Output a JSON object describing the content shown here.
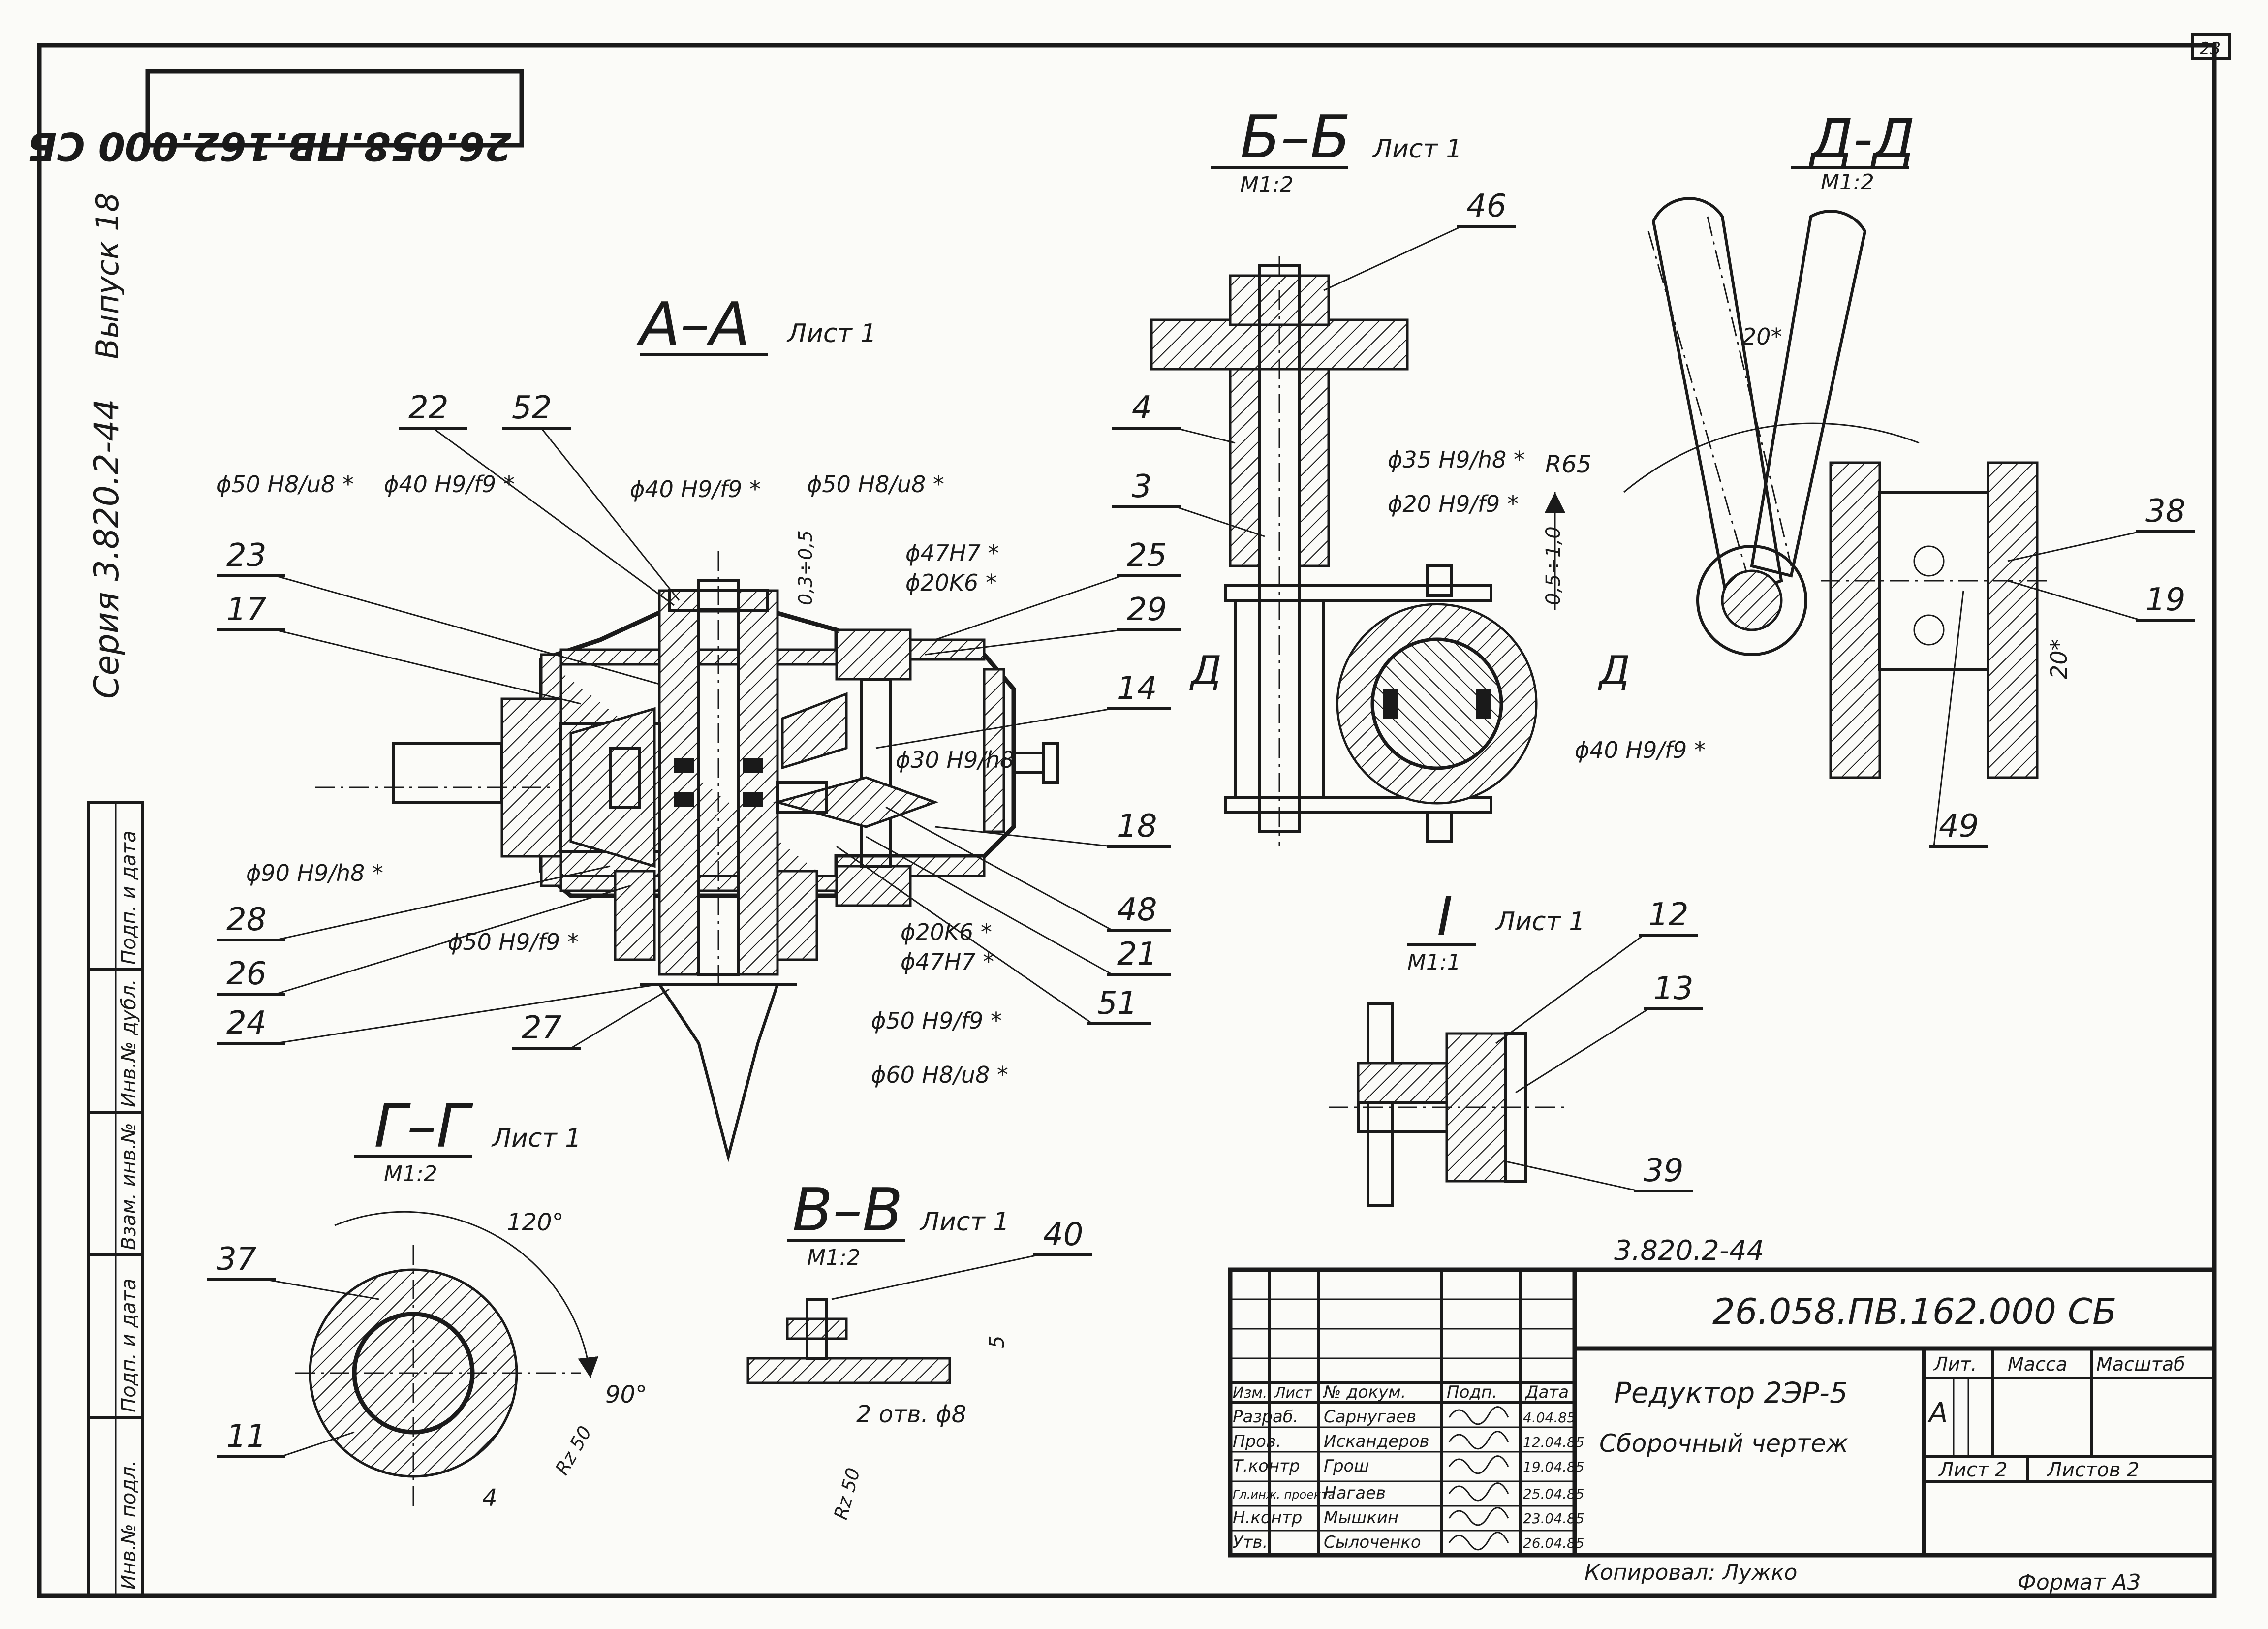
{
  "stamp_code": "26.058.ПВ.162.000 СБ",
  "page_number": "23",
  "side": {
    "series": "Серия   3.820.2-44",
    "issue": "Выпуск 18",
    "cols": [
      "Инв.№ подл.",
      "Подп. и дата",
      "Взам. инв.№",
      "Инв.№ дубл.",
      "Подп. и дата"
    ]
  },
  "views": {
    "aa": {
      "title": "А–А",
      "sheet": "Лист 1"
    },
    "bb": {
      "title": "Б–Б",
      "scale": "М1:2",
      "sheet": "Лист 1"
    },
    "dd": {
      "title": "Д-Д",
      "scale": "М1:2"
    },
    "gg": {
      "title": "Г–Г",
      "scale": "М1:2",
      "sheet": "Лист 1"
    },
    "vv": {
      "title": "В–В",
      "scale": "М1:2",
      "sheet": "Лист 1"
    },
    "i": {
      "title": "I",
      "scale": "М1:1",
      "sheet": "Лист 1"
    }
  },
  "callouts": {
    "aa": [
      "22",
      "52",
      "23",
      "17",
      "28",
      "26",
      "24",
      "27",
      "25",
      "29",
      "14",
      "18",
      "48",
      "21",
      "51"
    ],
    "bb": [
      "46",
      "4",
      "3"
    ],
    "dd": [
      "38",
      "19",
      "49"
    ],
    "gg": [
      "37",
      "11"
    ],
    "vv": [
      "40"
    ],
    "i": [
      "12",
      "13",
      "39"
    ]
  },
  "fits": {
    "f1": "ϕ50 H8/u8 *",
    "f2": "ϕ40 H9/f9 *",
    "f3": "ϕ40 H9/f9 *",
    "f4": "ϕ50 H8/u8 *",
    "f5": "ϕ47H7 *",
    "f6": "ϕ20K6 *",
    "f7": "ϕ30 H9/h8",
    "f8": "ϕ90 H9/h8 *",
    "f9": "ϕ50 H9/f9 *",
    "f10": "ϕ20K6 *",
    "f11": "ϕ47H7 *",
    "f12": "ϕ50 H9/f9 *",
    "f13": "ϕ60 H8/u8 *",
    "f14": "0,3÷0,5",
    "f15": "ϕ35 H9/h8 *",
    "f16": "ϕ20 H9/f9 *",
    "f17": "ϕ40 H9/f9 *",
    "f18": "0,5÷1,0",
    "f19": "R65",
    "f20": "20*",
    "f21": "20*",
    "f22": "120°",
    "f23": "90°",
    "f24": "Rz 50",
    "f25": "4",
    "f26": "2 отв. ϕ8",
    "f27": "5",
    "f28": "Rz 50",
    "sec_d": "Д"
  },
  "title_block": {
    "doc_code": "3.820.2-44",
    "designation": "26.058.ПВ.162.000 СБ",
    "name1": "Редуктор  2ЭР-5",
    "name2": "Сборочный  чертеж",
    "lit_hdr": "Лит.",
    "mass_hdr": "Масса",
    "scale_hdr": "Масштаб",
    "lit": "А",
    "sheet": "Лист 2",
    "sheets": "Листов 2",
    "hdr": [
      "Изм.",
      "Лист",
      "№ докум.",
      "Подп.",
      "Дата"
    ],
    "rows": [
      {
        "role": "Разраб.",
        "name": "Сарнугаев",
        "date": "4.04.85"
      },
      {
        "role": "Пров.",
        "name": "Искандеров",
        "date": "12.04.85"
      },
      {
        "role": "Т.контр",
        "name": "Грош",
        "date": "19.04.85"
      },
      {
        "role": "Гл.инж. проекта",
        "name": "Нагаев",
        "date": "25.04.85"
      },
      {
        "role": "Н.контр",
        "name": "Мышкин",
        "date": "23.04.85"
      },
      {
        "role": "Утв.",
        "name": "Сылоченко",
        "date": "26.04.85"
      }
    ],
    "copied": "Копировал: Лужко",
    "format": "Формат А3"
  }
}
